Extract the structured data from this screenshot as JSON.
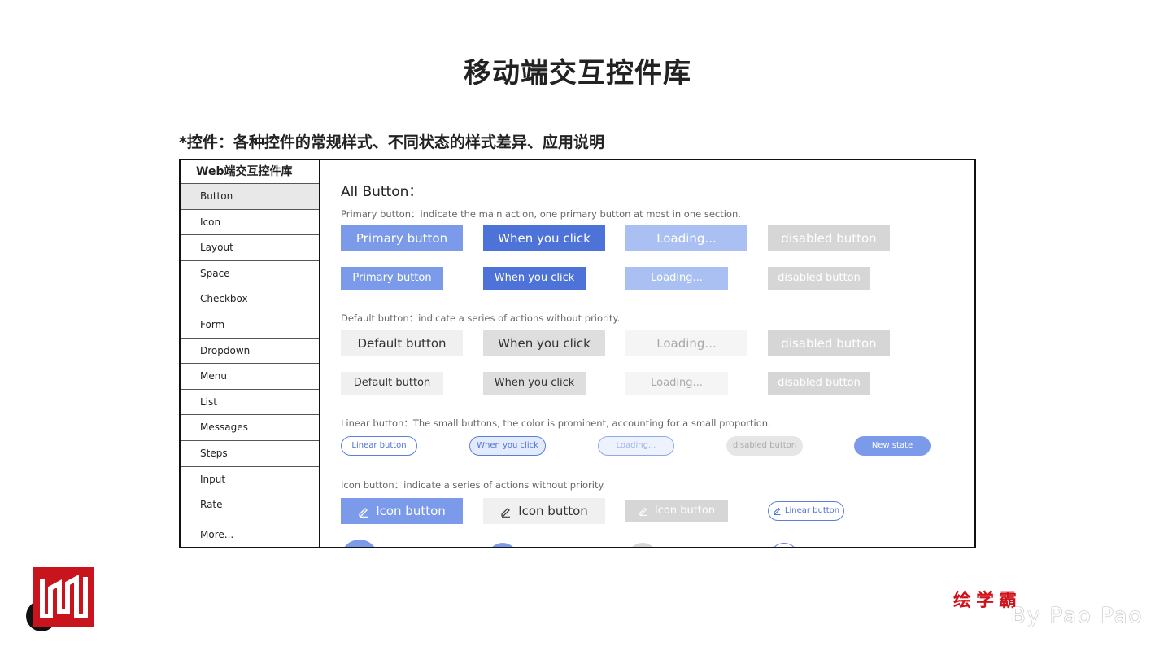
{
  "page_title": "移动端交互控件库",
  "subtitle": "*控件：各种控件的常规样式、不同状态的样式差异、应用说明",
  "sidebar": {
    "title": "Web端交互控件库",
    "items": [
      {
        "label": "Button"
      },
      {
        "label": "Icon"
      },
      {
        "label": "Layout"
      },
      {
        "label": "Space"
      },
      {
        "label": "Checkbox"
      },
      {
        "label": "Form"
      },
      {
        "label": "Dropdown"
      },
      {
        "label": "Menu"
      },
      {
        "label": "List"
      },
      {
        "label": "Messages"
      },
      {
        "label": "Steps"
      },
      {
        "label": "Input"
      },
      {
        "label": "Rate"
      },
      {
        "label": "More..."
      }
    ]
  },
  "main": {
    "title": "All Button：",
    "primary": {
      "desc": "Primary button：indicate the main action, one primary button at most in one section.",
      "normal": "Primary button",
      "click": "When you click",
      "loading": "Loading...",
      "disabled": "disabled button"
    },
    "default": {
      "desc": "Default button：indicate a series of actions without priority.",
      "normal": "Default button",
      "click": "When you click",
      "loading": "Loading...",
      "disabled": "disabled button"
    },
    "linear": {
      "desc": "Linear button：The small buttons, the color is prominent, accounting for a small proportion.",
      "normal": "Linear button",
      "click": "When you click",
      "loading": "Loading...",
      "disabled": "disabled button",
      "new_state": "New state"
    },
    "icon": {
      "desc": "Icon button：indicate a series of actions without priority.",
      "primary": "Icon button",
      "default": "Icon button",
      "disabled": "Icon button",
      "linear": "Linear button",
      "icon_name": "edit-icon"
    }
  },
  "watermark": {
    "brand": "绘学霸",
    "signature": "By Pao Pao"
  },
  "colors": {
    "primary": "#7b9bea",
    "primary_active": "#4e73d8",
    "primary_loading": "#aac0f3",
    "disabled": "#d6d6d6",
    "logo_red": "#c8151d"
  }
}
